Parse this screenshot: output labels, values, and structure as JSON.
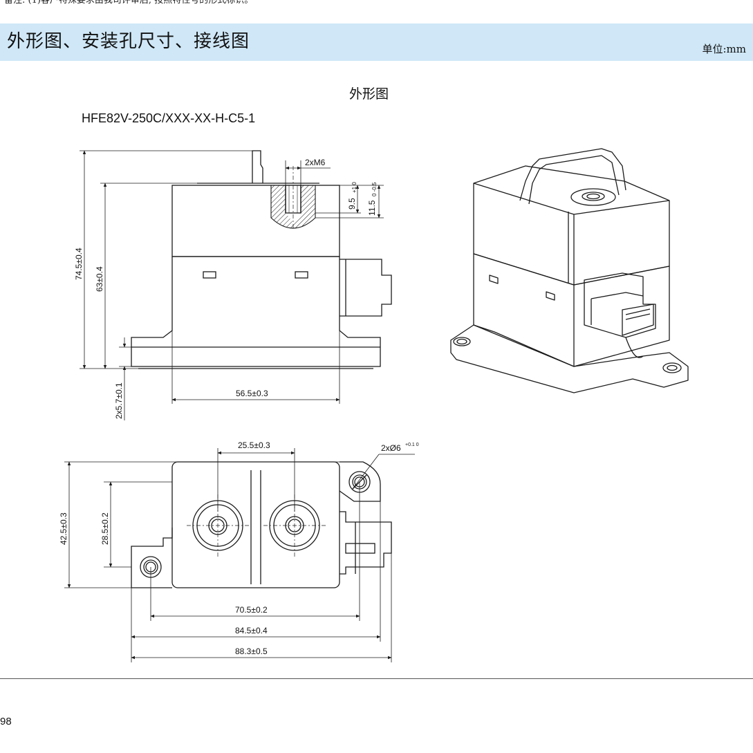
{
  "page": {
    "note": "备注: (1)客户特殊要求由我司评审后, 按照特性号的形式标识。",
    "section_title": "外形图、安装孔尺寸、接线图",
    "unit_label": "单位:mm",
    "figure_title": "外形图",
    "model_number": "HFE82V-250C/XXX-XX-H-C5-1",
    "page_number": "98"
  },
  "dimensions": {
    "side_view": {
      "thread": "2xM6",
      "depth_1": "9.5",
      "depth_1_tol": "+1 0",
      "depth_2": "11.5",
      "depth_2_tol": "0 -0.5",
      "overall_height": "74.5±0.4",
      "body_height": "63±0.4",
      "flange_thickness": "2x5.7±0.1",
      "body_width": "56.5±0.3"
    },
    "top_view": {
      "terminal_pitch": "25.5±0.3",
      "mount_hole": "2xØ6",
      "mount_hole_tol": "+0.1 0",
      "overall_depth": "42.5±0.3",
      "hole_spacing_y": "28.5±0.2",
      "hole_spacing_x": "70.5±0.2",
      "flange_length": "84.5±0.4",
      "overall_length": "88.3±0.5"
    }
  },
  "colors": {
    "header_band": "#cfe7f7",
    "line": "#1a1a1a"
  }
}
